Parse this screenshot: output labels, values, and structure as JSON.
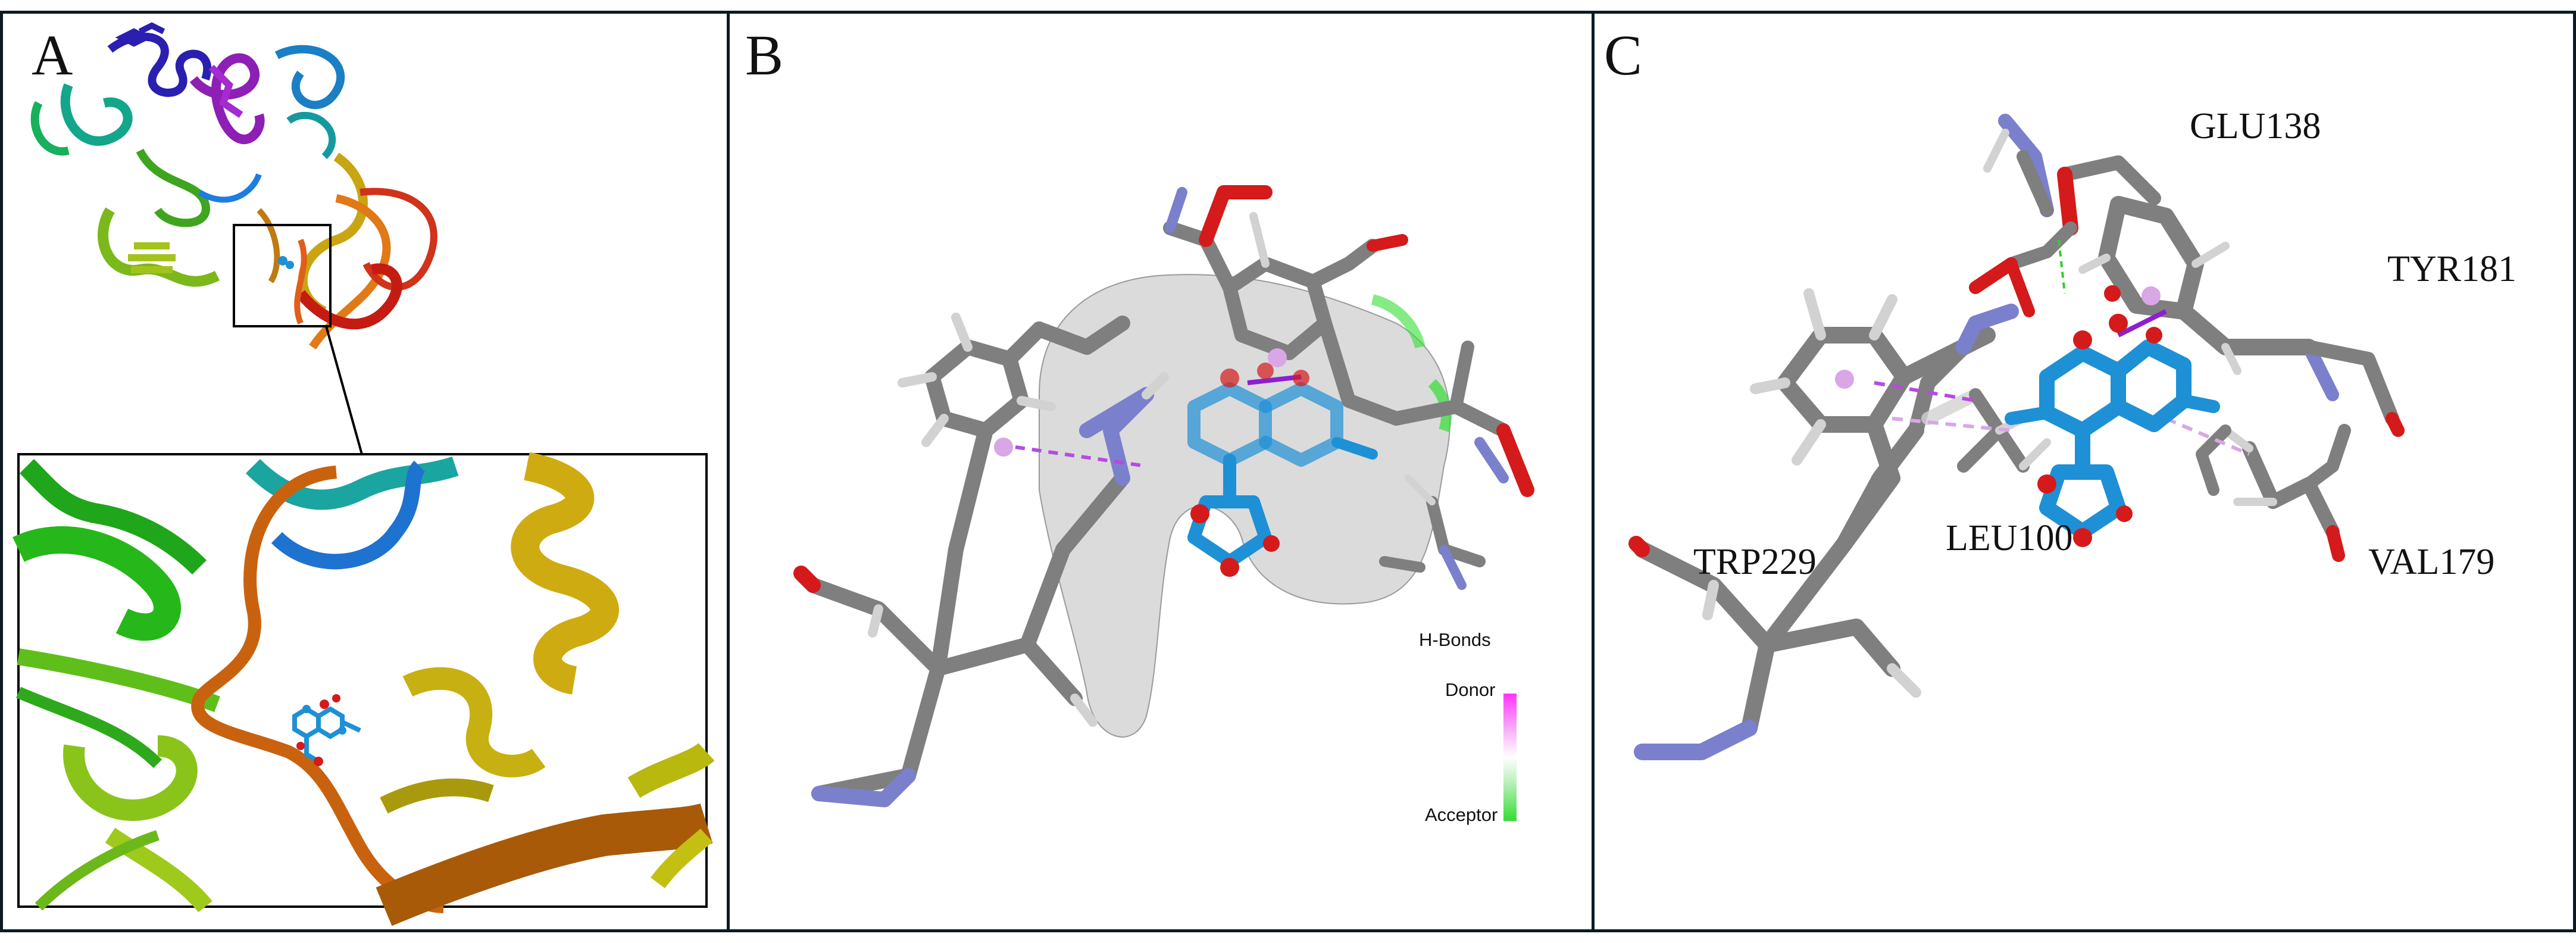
{
  "panels": {
    "a": {
      "letter": "A"
    },
    "b": {
      "letter": "B",
      "legend": {
        "title": "H-Bonds",
        "top_label": "Donor",
        "bottom_label": "Acceptor",
        "top_color": "#ff33ff",
        "bottom_color": "#33dd33"
      }
    },
    "c": {
      "letter": "C",
      "residues": {
        "glu": "GLU138",
        "tyr": "TYR181",
        "trp": "TRP229",
        "leu": "LEU100",
        "val": "VAL179"
      }
    }
  },
  "colors": {
    "border": "#0b1a26",
    "ligand": "#1e90d6",
    "oxygen": "#d41a1a",
    "nitrogen": "#7a80cc",
    "carbon": "#7f7f7f",
    "hydrogen": "#d2d2d2",
    "pi_center": "#d9a6e6"
  }
}
